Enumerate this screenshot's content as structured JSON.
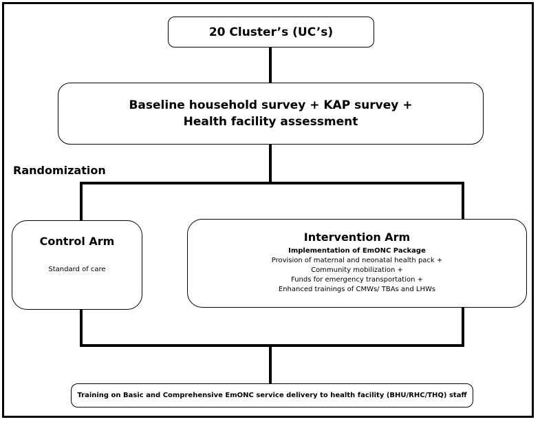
{
  "diagram": {
    "top_box": {
      "label": "20 Cluster’s (UC’s)"
    },
    "baseline_box": {
      "line1": "Baseline household survey + KAP survey +",
      "line2": "Health facility assessment"
    },
    "randomization_label": "Randomization",
    "control_arm": {
      "title": "Control Arm",
      "text": "Standard of care"
    },
    "intervention_arm": {
      "title": "Intervention Arm",
      "subtitle": "Implementation of EmONC Package",
      "items": [
        "Provision of maternal and neonatal health pack +",
        "Community mobilization +",
        "Funds for emergency transportation +",
        "Enhanced trainings of CMWs/ TBAs and LHWs"
      ]
    },
    "bottom_box": {
      "label": "Training on Basic and Comprehensive EmONC service delivery to health facility (BHU/RHC/THQ) staff"
    }
  }
}
